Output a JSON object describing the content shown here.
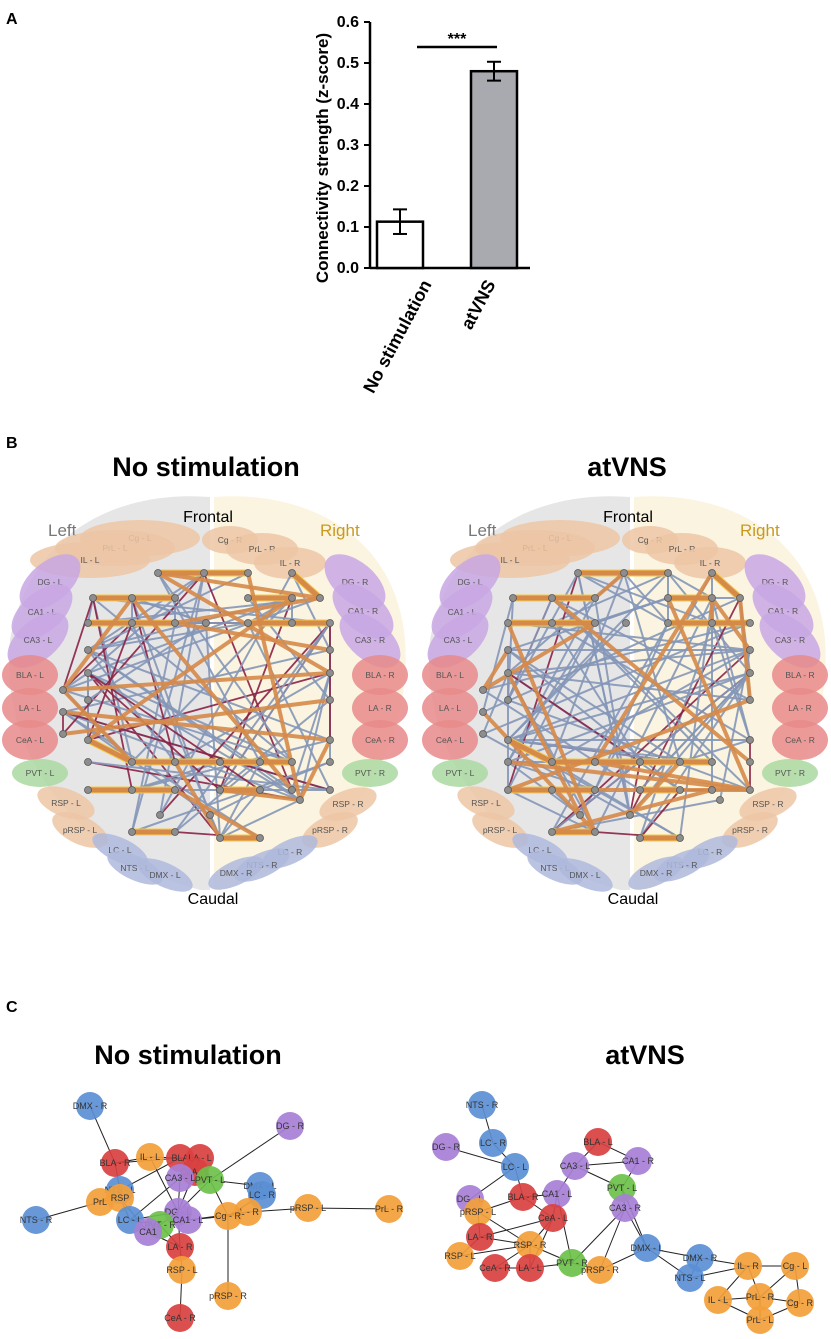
{
  "panels": {
    "a": "A",
    "b": "B",
    "c": "C"
  },
  "colors": {
    "bar_nostim": "#ffffff",
    "bar_atvns": "#a9a9b0",
    "edge_pos": "#8597b8",
    "edge_neg": "#8b2245",
    "edge_strong": "#d68a4a",
    "edge_hub": "#f2c94c",
    "left_bg": "#e6e6e6",
    "right_bg": "#faf4e0",
    "node_blue": "#5b8fd4",
    "node_red": "#d94040",
    "node_orange": "#f3a03a",
    "node_purple": "#a77fd6",
    "node_green": "#6cc04a"
  },
  "chart_data": {
    "type": "bar",
    "categories": [
      "No stimulation",
      "atVNS"
    ],
    "values": [
      0.113,
      0.48
    ],
    "errors": [
      0.03,
      0.023
    ],
    "ylabel": "Connectivity strength (z-score)",
    "ylim": [
      0,
      0.6
    ],
    "yticks": [
      "0.0",
      "0.1",
      "0.2",
      "0.3",
      "0.4",
      "0.5",
      "0.6"
    ],
    "annotation": "***"
  },
  "panel_b": {
    "titles": [
      "No stimulation",
      "atVNS"
    ],
    "left_label": "Left",
    "right_label": "Right",
    "frontal_label": "Frontal",
    "caudal_label": "Caudal",
    "regions_left": [
      "Cg - L",
      "PrL - L",
      "IL - L",
      "DG - L",
      "CA1 - L",
      "CA3 - L",
      "BLA - L",
      "LA - L",
      "CeA - L",
      "PVT - L",
      "RSP - L",
      "pRSP - L",
      "LC - L",
      "NTS - L",
      "DMX - L"
    ],
    "regions_right": [
      "Cg - R",
      "PrL - R",
      "IL - R",
      "DG - R",
      "CA1 - R",
      "CA3 - R",
      "BLA - R",
      "LA - R",
      "CeA - R",
      "PVT - R",
      "RSP - R",
      "pRSP - R",
      "LC - R",
      "NTS - R",
      "DMX - R"
    ]
  },
  "panel_c": {
    "titles": [
      "No stimulation",
      "atVNS"
    ],
    "nostim_nodes": [
      {
        "label": "DMX - R",
        "color": "blue"
      },
      {
        "label": "BLA - R",
        "color": "red"
      },
      {
        "label": "IL - L",
        "color": "orange"
      },
      {
        "label": "BLA",
        "color": "red"
      },
      {
        "label": "LA - L",
        "color": "red"
      },
      {
        "label": "CeA - L",
        "color": "red"
      },
      {
        "label": "DG - R",
        "color": "purple"
      },
      {
        "label": "CA3 - L",
        "color": "purple"
      },
      {
        "label": "PVT - L",
        "color": "green"
      },
      {
        "label": "NTS - L",
        "color": "blue"
      },
      {
        "label": "PrL",
        "color": "orange"
      },
      {
        "label": "RSP",
        "color": "orange"
      },
      {
        "label": "LC - L",
        "color": "blue"
      },
      {
        "label": "DMX - L",
        "color": "blue"
      },
      {
        "label": "NTS - R",
        "color": "blue"
      },
      {
        "label": "LC - R",
        "color": "blue"
      },
      {
        "label": "DG - L",
        "color": "purple"
      },
      {
        "label": "PVT - R",
        "color": "green"
      },
      {
        "label": "CA1 - L",
        "color": "purple"
      },
      {
        "label": "CA1",
        "color": "purple"
      },
      {
        "label": "IL - R",
        "color": "orange"
      },
      {
        "label": "Cg - R",
        "color": "orange"
      },
      {
        "label": "LA - R",
        "color": "red"
      },
      {
        "label": "RSP - L",
        "color": "orange"
      },
      {
        "label": "pRSP - L",
        "color": "orange"
      },
      {
        "label": "PrL - R",
        "color": "orange"
      },
      {
        "label": "pRSP - R",
        "color": "orange"
      },
      {
        "label": "CeA - R",
        "color": "red"
      }
    ],
    "atvns_nodes": [
      {
        "label": "NTS - R",
        "color": "blue"
      },
      {
        "label": "DG - R",
        "color": "purple"
      },
      {
        "label": "LC - R",
        "color": "blue"
      },
      {
        "label": "BLA - L",
        "color": "red"
      },
      {
        "label": "LC - L",
        "color": "blue"
      },
      {
        "label": "CA3 - L",
        "color": "purple"
      },
      {
        "label": "CA1 - R",
        "color": "purple"
      },
      {
        "label": "PVT - L",
        "color": "green"
      },
      {
        "label": "DG - L",
        "color": "purple"
      },
      {
        "label": "BLA - R",
        "color": "red"
      },
      {
        "label": "CA1 - L",
        "color": "purple"
      },
      {
        "label": "CA3 - R",
        "color": "purple"
      },
      {
        "label": "pRSP - L",
        "color": "orange"
      },
      {
        "label": "CeA - L",
        "color": "red"
      },
      {
        "label": "LA - R",
        "color": "red"
      },
      {
        "label": "RSP - L",
        "color": "orange"
      },
      {
        "label": "RSP - R",
        "color": "orange"
      },
      {
        "label": "CeA - R",
        "color": "red"
      },
      {
        "label": "LA - L",
        "color": "red"
      },
      {
        "label": "PVT - R",
        "color": "green"
      },
      {
        "label": "pRSP - R",
        "color": "orange"
      },
      {
        "label": "DMX - L",
        "color": "blue"
      },
      {
        "label": "DMX - R",
        "color": "blue"
      },
      {
        "label": "NTS - L",
        "color": "blue"
      },
      {
        "label": "IL - R",
        "color": "orange"
      },
      {
        "label": "Cg - L",
        "color": "orange"
      },
      {
        "label": "IL - L",
        "color": "orange"
      },
      {
        "label": "PrL - R",
        "color": "orange"
      },
      {
        "label": "Cg - R",
        "color": "orange"
      },
      {
        "label": "PrL - L",
        "color": "orange"
      }
    ]
  }
}
